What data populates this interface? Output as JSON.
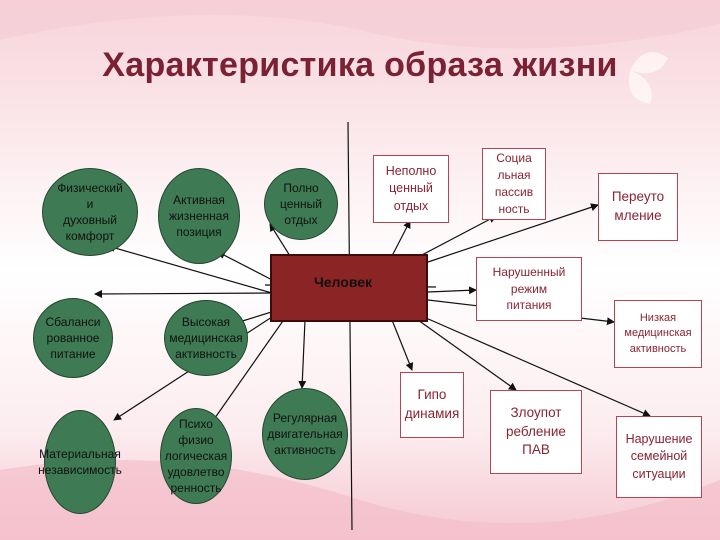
{
  "title": "Характеристика образа жизни",
  "center": "Человек",
  "positive": [
    "Физический\nи\nдуховный\nкомфорт",
    "Активная\nжизненная\nпозиция",
    "Полно\nценный\nотдых",
    "Сбаланси\nрованное\nпитание",
    "Высокая\nмедицинская\nактивность",
    "Материальная\nнезависимость",
    "Психо\nфизио\nлогическая\nудовлетво\nренность",
    "Регулярная\nдвигательная\nактивность"
  ],
  "negative": [
    "Неполно\nценный\nотдых",
    "Социа\nльная\nпассив\nность",
    "Переуто\nмление",
    "Нарушенный\nрежим\nпитания",
    "Низкая\nмедицинская\nактивность",
    "Гипо\nдинамия",
    "Злоупот\nребление\nПАВ",
    "Нарушение\nсемейной\nситуации"
  ],
  "colors": {
    "title": "#7a2233",
    "center_fill": "#8b2424",
    "positive_fill": "#3e7a53",
    "negative_border": "#b54552",
    "negative_text": "#8b2331",
    "background_accent": "#f4c9d2"
  }
}
